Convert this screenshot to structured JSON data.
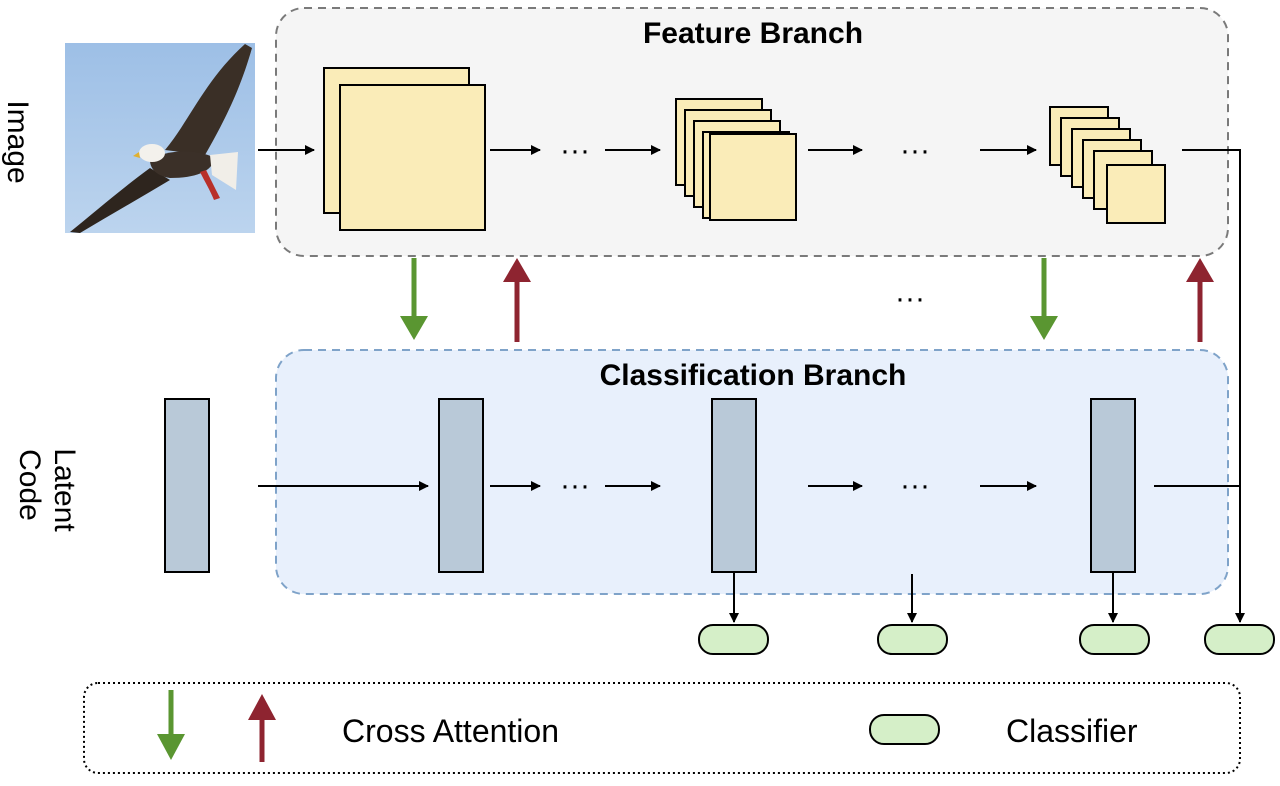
{
  "feature_branch": {
    "title": "Feature Branch"
  },
  "classification_branch": {
    "title": "Classification Branch"
  },
  "side_labels": {
    "image": "Image",
    "latent_line1": "Latent",
    "latent_line2": "Code"
  },
  "ellipsis": "···",
  "legend": {
    "cross_attention": "Cross Attention",
    "classifier": "Classifier"
  },
  "colors": {
    "feature_box_fill": "#f5f5f5",
    "feature_box_border": "#7a7a7a",
    "class_box_fill": "#e8f0fc",
    "class_box_border": "#7fa3c9",
    "feature_map_fill": "#faecb8",
    "latent_fill": "#b9c9d8",
    "classifier_fill": "#d5efc8",
    "green_arrow": "#5a9631",
    "red_arrow": "#8e2430",
    "sky": "#a9c7e8"
  }
}
